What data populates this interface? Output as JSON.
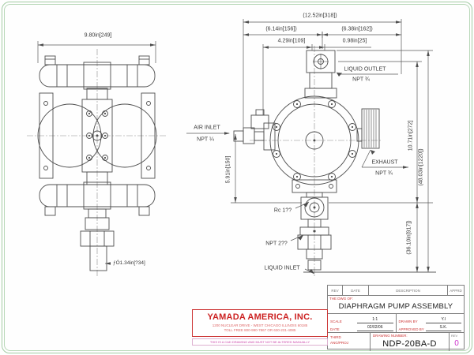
{
  "drawing": {
    "front": {
      "width_dim": "9.80in[249]",
      "pipe_dia": "ƒÓ1.34in[?34]"
    },
    "side": {
      "total_width": "(12.52in[318])",
      "left_width": "(6.14in[156])",
      "right_width": "(6.38in[162])",
      "port_offset": "4.29in[109]",
      "outlet_offset": "0.98in[25]",
      "upper_height": "10.71in[272]",
      "total_height": "(48.03in[1220])",
      "lower_height": "(36.10in[917])",
      "inlet_height": "5.91in[150]",
      "liquid_outlet": "LIQUID OUTLET",
      "liquid_outlet_size": "NPT ¾",
      "air_inlet": "AIR INLET",
      "air_inlet_size": "NPT ¼",
      "exhaust": "EXHAUST",
      "exhaust_size": "NPT ¾",
      "rc_port": "Rc 1??",
      "npt_port": "NPT 2??",
      "liquid_inlet": "LIQUID INLET"
    }
  },
  "title_block": {
    "header": {
      "rev": "REV",
      "date": "DATE",
      "description": "DESCRIPTION",
      "apprd": "APPRD"
    },
    "dwg_of_label": "THE DWG OF:",
    "title": "DIAPHRAGM PUMP ASSEMBLY",
    "scale_label": "SCALE",
    "scale_value": "1:1",
    "date_label": "DATE",
    "date_value": "02/02/06",
    "drawn_by_label": "DRAWN BY",
    "drawn_by_value": "Y.I",
    "approved_by_label": "APPROVED BY",
    "approved_by_value": "S.K.",
    "third_angle_line1": "THIRD",
    "third_angle_line2": "ANG/PROJ",
    "drawing_number_label": "DRAWING NUMBER:",
    "drawing_number": "NDP-20BA-D",
    "rev_label": "REV",
    "rev_value": "0"
  },
  "company": {
    "name": "YAMADA AMERICA, INC.",
    "address": "1200 NUCLEAR DRIVE - WEST CHICAGO ILLINOIS 60185",
    "phone": "TOLL FREE 800-990-7867 OR 630-231-4085",
    "note": "THIS IS A CAD DRAWING AND MUST NOT BE ALTERED MANUALLY"
  },
  "colors": {
    "accent_red": "#cc3333",
    "rev_magenta": "#cc33cc",
    "line": "#4d4d4d",
    "page_border": "#a3cba3"
  }
}
